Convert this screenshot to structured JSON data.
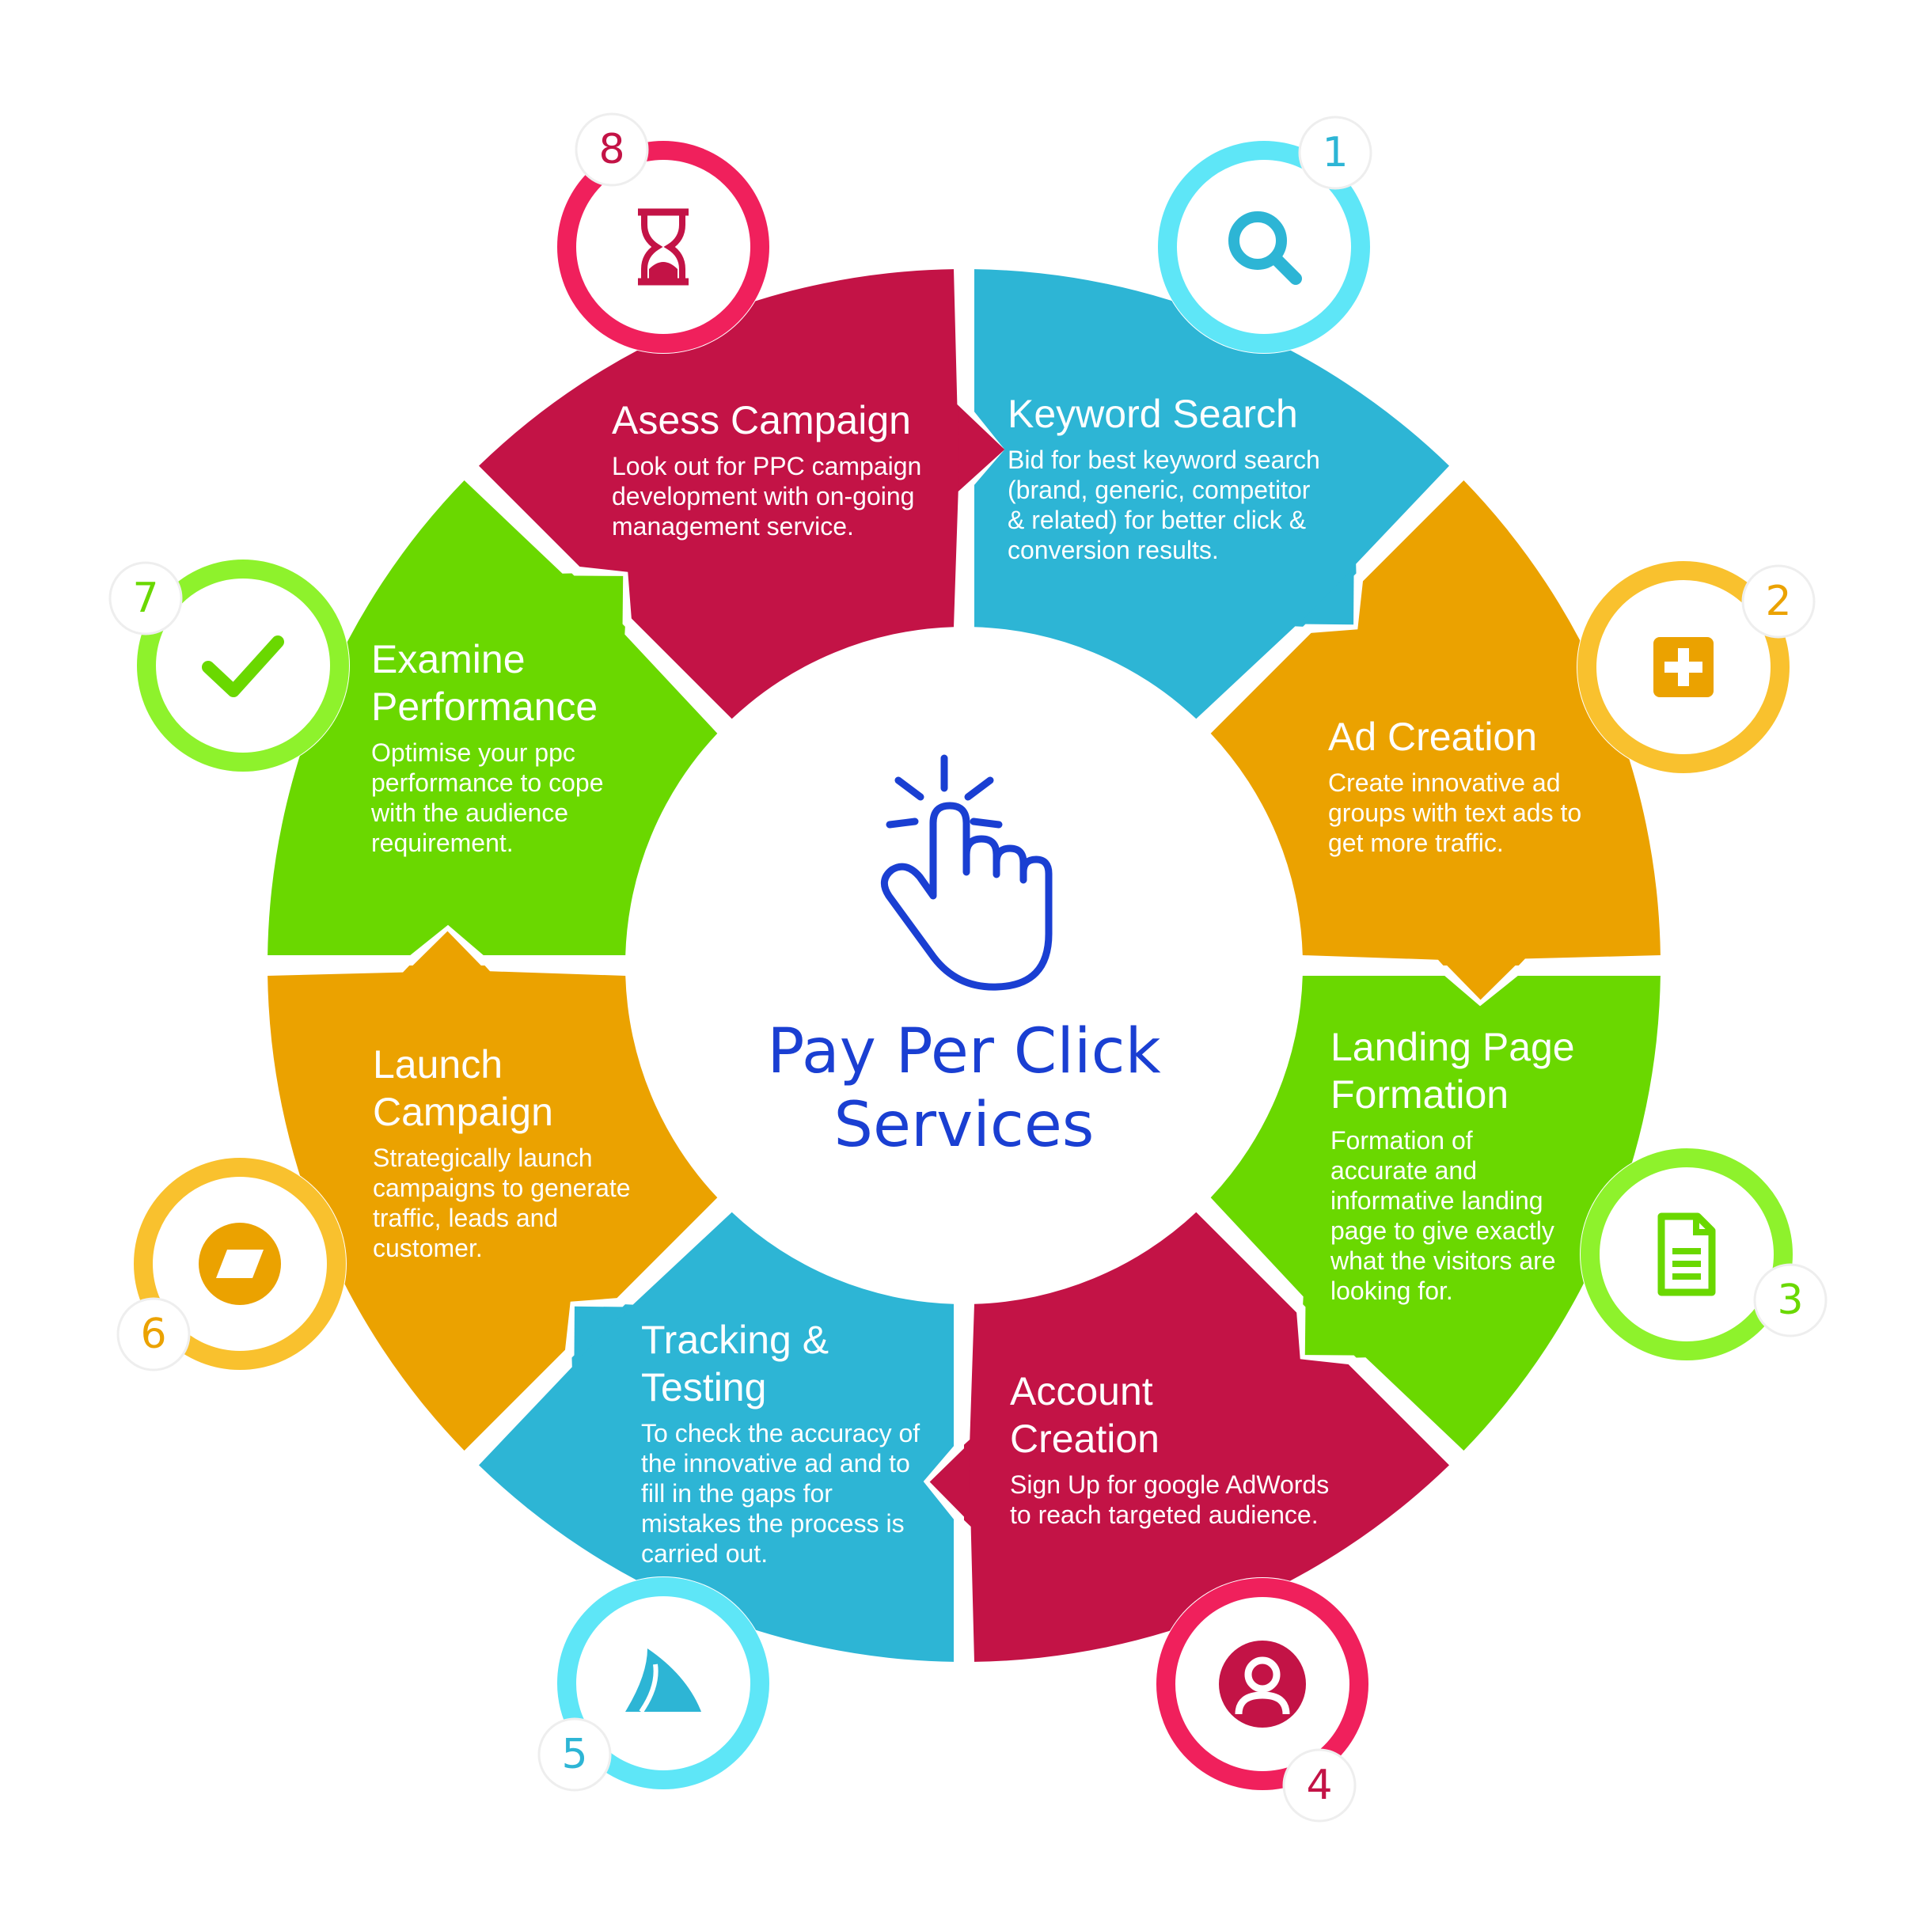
{
  "colors": {
    "blue": "#2db5d5",
    "orange": "#eba200",
    "green": "#6ad800",
    "crimson": "#c31346",
    "center_text": "#1a3fd2",
    "ring_blue": "#5ee6f7",
    "ring_orange": "#f9c12e",
    "ring_green": "#8ef22c",
    "ring_red": "#f0205c"
  },
  "center": {
    "icon": "tap-hand-icon",
    "title_line1": "Pay Per Click",
    "title_line2": "Services"
  },
  "steps": [
    {
      "number": "1",
      "title": [
        "Keyword Search"
      ],
      "description": [
        "Bid for best keyword search",
        "(brand, generic, competitor",
        "& related) for better click &",
        "conversion results."
      ],
      "icon": "search-icon",
      "color": "blue"
    },
    {
      "number": "2",
      "title": [
        "Ad Creation"
      ],
      "description": [
        "Create innovative ad",
        "groups with text ads to",
        "get more traffic."
      ],
      "icon": "add-square-icon",
      "color": "orange"
    },
    {
      "number": "3",
      "title": [
        "Landing Page",
        "Formation"
      ],
      "description": [
        "Formation of",
        "accurate and",
        "informative landing",
        "page to give exactly",
        "what the visitors are",
        "looking for."
      ],
      "icon": "document-icon",
      "color": "green"
    },
    {
      "number": "4",
      "title": [
        "Account",
        "Creation"
      ],
      "description": [
        "Sign Up for google AdWords",
        "to reach targeted audience."
      ],
      "icon": "user-avatar-icon",
      "color": "crimson"
    },
    {
      "number": "5",
      "title": [
        "Tracking &",
        "Testing"
      ],
      "description": [
        "To check the accuracy of",
        "the innovative ad and to",
        "fill in the gaps for",
        "mistakes the process is",
        "carried out."
      ],
      "icon": "shark-fin-icon",
      "color": "blue"
    },
    {
      "number": "6",
      "title": [
        "Launch",
        "Campaign"
      ],
      "description": [
        "Strategically launch",
        "campaigns to generate",
        "traffic, leads and",
        "customer."
      ],
      "icon": "parallelogram-circle-icon",
      "color": "orange"
    },
    {
      "number": "7",
      "title": [
        "Examine",
        "Performance"
      ],
      "description": [
        "Optimise your ppc",
        "performance to cope",
        "with the audience",
        "requirement."
      ],
      "icon": "checkmark-icon",
      "color": "green"
    },
    {
      "number": "8",
      "title": [
        "Asess Campaign"
      ],
      "description": [
        "Look out for PPC campaign",
        "development with on-going",
        "management service."
      ],
      "icon": "hourglass-icon",
      "color": "crimson"
    }
  ]
}
